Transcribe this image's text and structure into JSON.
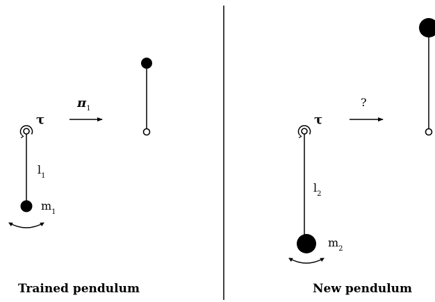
{
  "left_panel": {
    "caption": "Trained pendulum",
    "torque_label": "τ",
    "policy_label": "π",
    "policy_sub": "1",
    "length_label": "l",
    "length_sub": "1",
    "mass_label": "m",
    "mass_sub": "1"
  },
  "right_panel": {
    "caption": "New pendulum",
    "torque_label": "τ",
    "policy_label": "?",
    "length_label": "l",
    "length_sub": "2",
    "mass_label": "m",
    "mass_sub": "2"
  },
  "icons": [
    "pivot-icon",
    "bob-icon",
    "swing-arrow-icon",
    "transition-arrow-icon"
  ],
  "colors": {
    "stroke": "#000000",
    "background": "#ffffff"
  }
}
